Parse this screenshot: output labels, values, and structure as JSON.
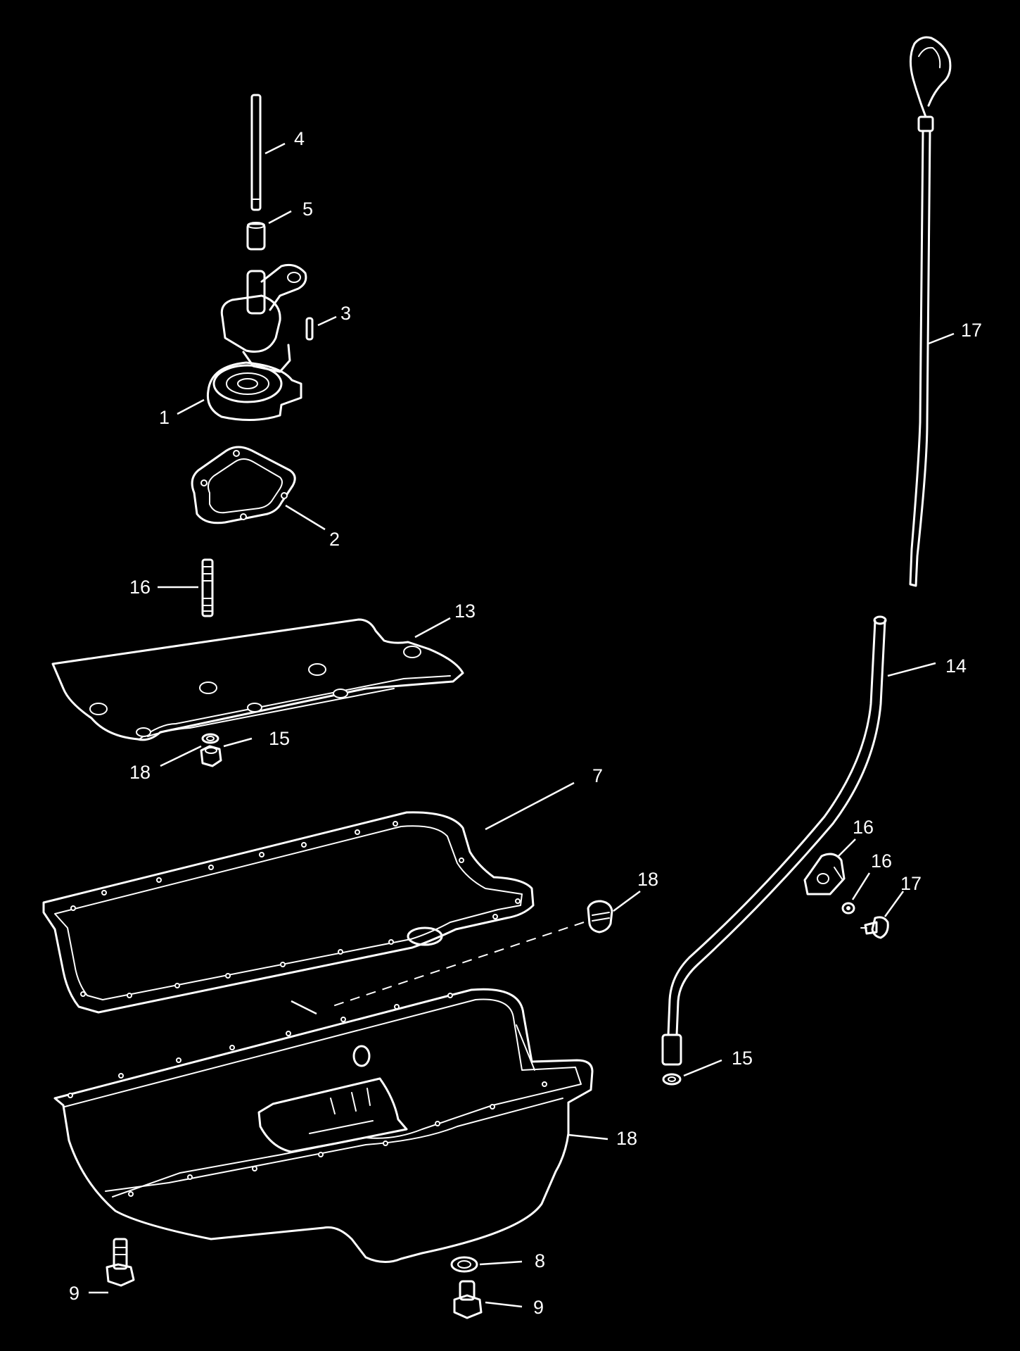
{
  "colors": {
    "background": "#000000",
    "linework": "#ffffff"
  },
  "callouts": {
    "c1": "1",
    "c2": "2",
    "c3": "3",
    "c4": "4",
    "c5": "5",
    "c7": "7",
    "c8": "8",
    "c9_left": "9",
    "c9_right": "9",
    "c13": "13",
    "c14": "14",
    "c15_nut": "15",
    "c15_tube": "15",
    "c16_stud": "16",
    "c16_clip": "16",
    "c16_washer": "16",
    "c17_dipstick": "17",
    "c17_screw": "17",
    "c18_nut": "18",
    "c18_plug": "18",
    "c18_pan": "18"
  }
}
